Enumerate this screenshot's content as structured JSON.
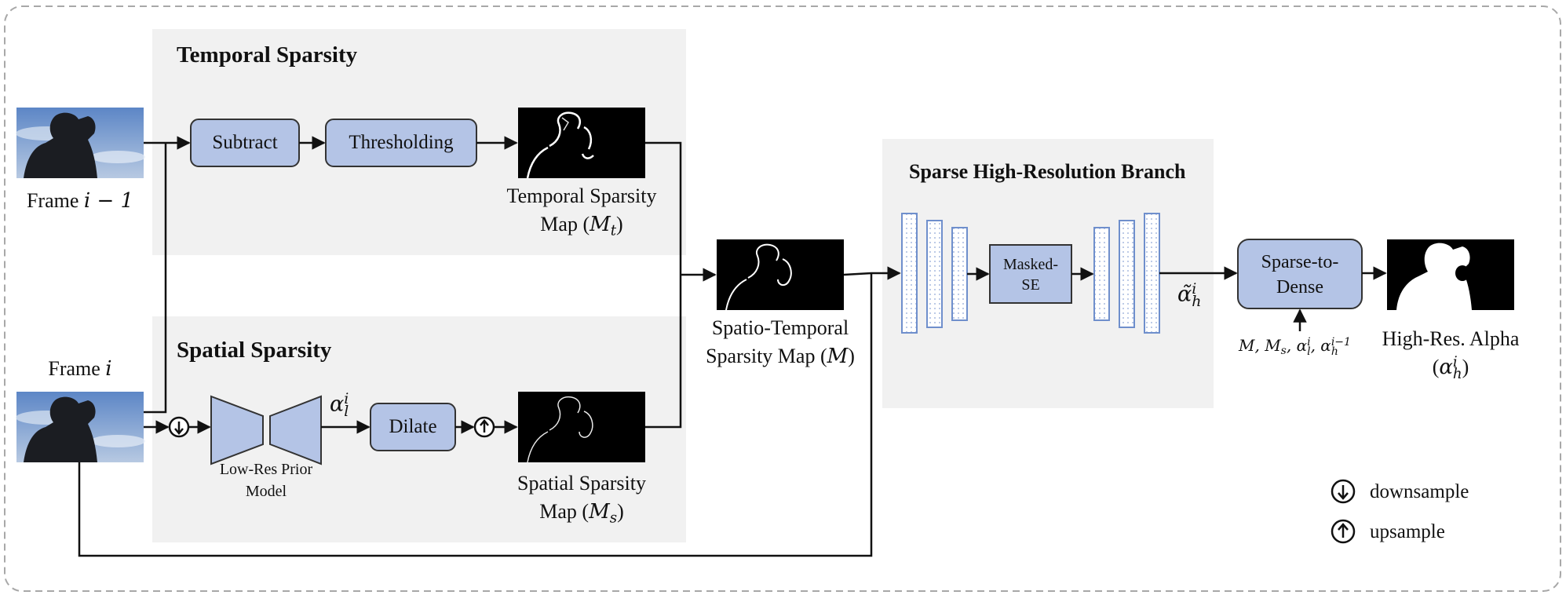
{
  "sections": {
    "temporal": "Temporal Sparsity",
    "spatial": "Spatial Sparsity",
    "branch": "Sparse High-Resolution Branch"
  },
  "nodes": {
    "subtract": "Subtract",
    "thresholding": "Thresholding",
    "dilate": "Dilate",
    "masked_se_line1": "Masked-",
    "masked_se_line2": "SE",
    "sparse_to_dense_line1": "Sparse-to-",
    "sparse_to_dense_line2": "Dense",
    "low_res_prior_line1": "Low-Res Prior",
    "low_res_prior_line2": "Model"
  },
  "labels": {
    "frame_prev_text": "Frame ",
    "frame_prev_math": "i − 1",
    "frame_cur_text": "Frame ",
    "frame_cur_math": "i",
    "temporal_map_line1": "Temporal Sparsity",
    "temporal_map_line2_text": "Map (",
    "temporal_map_M": "M",
    "temporal_map_sub": "t",
    "spatial_map_line1": "Spatial Sparsity",
    "spatial_map_line2_text": "Map (",
    "spatial_map_M": "M",
    "spatial_map_sub": "s",
    "st_map_line1": "Spatio-Temporal",
    "st_map_line2_text": "Sparsity Map (",
    "st_map_M": "M",
    "output_line1": "High-Res. Alpha",
    "alpha": "α",
    "alpha_l_sub": "l",
    "alpha_sup": "i",
    "alpha_h_sub": "h",
    "alpha_tilde": "α̃",
    "inputs_M": "M, M",
    "inputs_s": "s",
    "inputs_comma": ", ",
    "inputs_prev_sup": "i−1",
    "close_paren": ")",
    "open_paren": "("
  },
  "legend": {
    "downsample": "downsample",
    "upsample": "upsample"
  },
  "icons": {
    "down": "↓",
    "up": "↑"
  },
  "colors": {
    "block_fill": "#b4c4e6",
    "block_stroke": "#333333",
    "panel": "#f1f1f1",
    "feature_stroke": "#6f8fcc"
  }
}
